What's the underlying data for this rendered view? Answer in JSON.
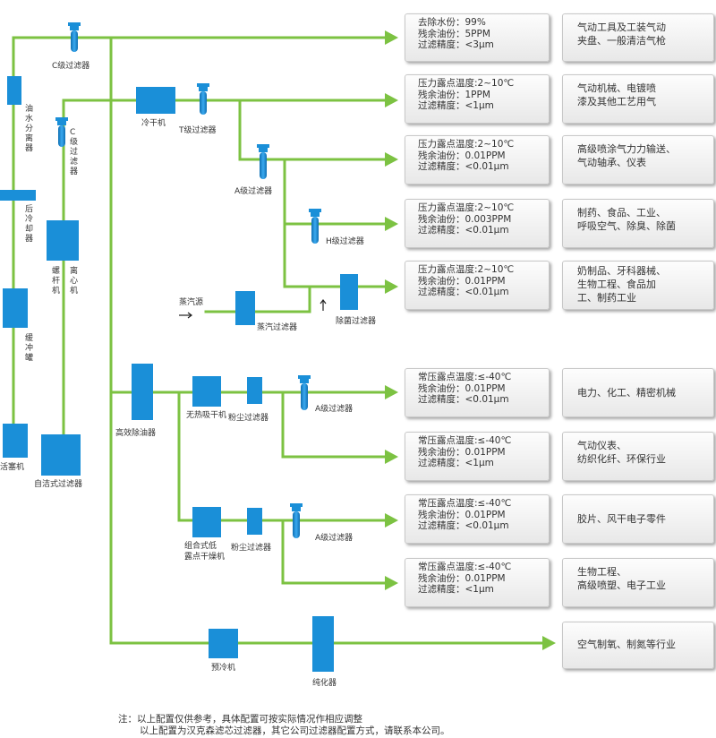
{
  "colors": {
    "pipe": "#7cc242",
    "component": "#1a8fd8",
    "text": "#333333"
  },
  "labels": {
    "oil_water_separator": "油水分离器",
    "aftercooler": "后冷却器",
    "buffer_tank": "缓冲罐",
    "piston_machine": "活塞机",
    "screw_machine": "螺杆机",
    "centrifugal_machine": "离心机",
    "self_cleaning_filter": "自洁式过滤器",
    "c_filter_top": "C级过滤器",
    "c_filter_vertical": "C级过滤器",
    "dryer": "冷干机",
    "t_filter": "T级过滤器",
    "a_filter": "A级过滤器",
    "h_filter": "H级过滤器",
    "steam_source": "蒸汽源",
    "steam_filter": "蒸汽过滤器",
    "sterilizing_filter": "除菌过滤器",
    "high_eff_oil_remover": "高效除油器",
    "heatless_dryer": "无热吸干机",
    "dust_filter_1": "粉尘过滤器",
    "a_filter_2": "A级过滤器",
    "combined_dryer_line1": "组合式低",
    "combined_dryer_line2": "露点干燥机",
    "dust_filter_2": "粉尘过滤器",
    "a_filter_3": "A级过滤器",
    "precooler": "预冷机",
    "purifier": "纯化器"
  },
  "rows": [
    {
      "spec": [
        "去除水份：99%",
        "残余油份：5PPM",
        "过滤精度：<3μm"
      ],
      "app": [
        "气动工具及工装气动",
        "夹盘、一般清洁气枪"
      ]
    },
    {
      "spec": [
        "压力露点温度:2~10℃",
        "残余油份：1PPM",
        "过滤精度：<1μm"
      ],
      "app": [
        "气动机械、电镀喷",
        "漆及其他工艺用气"
      ]
    },
    {
      "spec": [
        "压力露点温度:2~10℃",
        "残余油份：0.01PPM",
        "过滤精度：<0.01μm"
      ],
      "app": [
        "高级喷涂气力力输送、",
        "气动轴承、仪表"
      ]
    },
    {
      "spec": [
        "压力露点温度:2~10℃",
        "残余油份：0.003PPM",
        "过滤精度：<0.01μm"
      ],
      "app": [
        "制药、食品、工业、",
        "呼吸空气、除臭、除菌"
      ]
    },
    {
      "spec": [
        "压力露点温度:2~10℃",
        "残余油份：0.01PPM",
        "过滤精度：<0.01μm"
      ],
      "app": [
        "奶制品、牙科器械、",
        "生物工程、食品加",
        "工、制药工业"
      ]
    },
    {
      "spec": [
        "常压露点温度:≤-40℃",
        "残余油份：0.01PPM",
        "过滤精度：<0.01μm"
      ],
      "app": [
        "电力、化工、精密机械"
      ]
    },
    {
      "spec": [
        "常压露点温度:≤-40℃",
        "残余油份：0.01PPM",
        "过滤精度：<1μm"
      ],
      "app": [
        "气动仪表、",
        "纺织化纤、环保行业"
      ]
    },
    {
      "spec": [
        "常压露点温度:≤-40℃",
        "残余油份：0.01PPM",
        "过滤精度：<0.01μm"
      ],
      "app": [
        "胶片、风干电子零件"
      ]
    },
    {
      "spec": [
        "常压露点温度:≤-40℃",
        "残余油份：0.01PPM",
        "过滤精度：<1μm"
      ],
      "app": [
        "生物工程、",
        "高级喷塑、电子工业"
      ]
    }
  ],
  "last_app": "空气制氧、制氮等行业",
  "notes": [
    "注：以上配置仅供参考，具体配置可按实际情况作相应调整",
    "以上配置为汉克森滤芯过滤器，其它公司过滤器配置方式，请联系本公司。"
  ]
}
